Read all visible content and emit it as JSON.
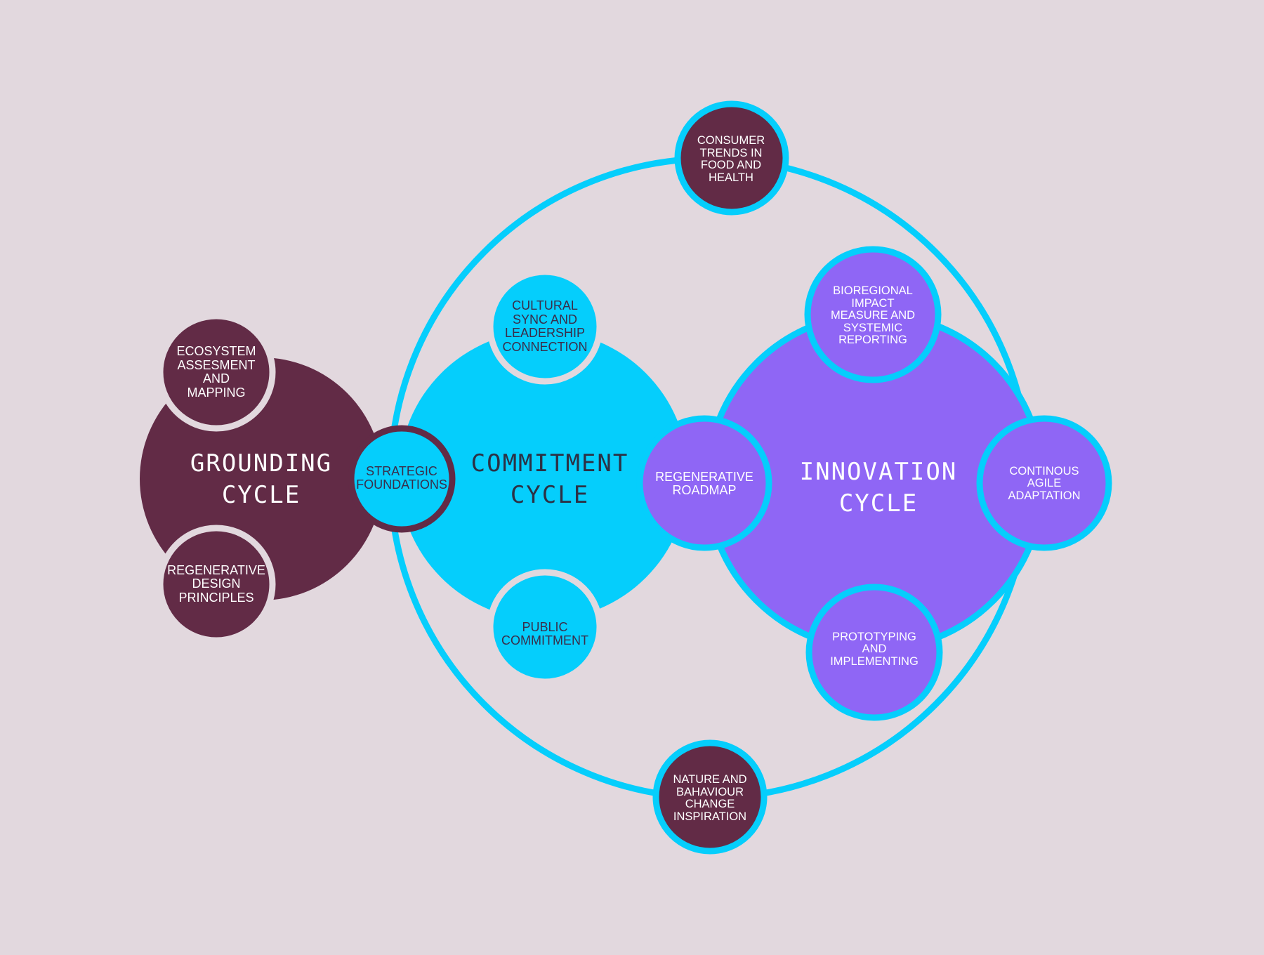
{
  "colors": {
    "background": "#e2d8de",
    "grounding": "#622b46",
    "commitment": "#05cefc",
    "innovation": "#8f66f5",
    "gap": "#e2d8de"
  },
  "cycles": {
    "grounding": {
      "title": "GROUNDING\nCYCLE"
    },
    "commitment": {
      "title": "COMMITMENT\nCYCLE"
    },
    "innovation": {
      "title": "INNOVATION\nCYCLE"
    }
  },
  "nodes": {
    "ecosystem": "ECOSYSTEM\nASSESMENT\nAND\nMAPPING",
    "design_principles": "REGENERATIVE\nDESIGN\nPRINCIPLES",
    "strategic_foundations": "STRATEGIC\nFOUNDATIONS",
    "cultural_sync": "CULTURAL\nSYNC AND\nLEADERSHIP\nCONNECTION",
    "public_commitment": "PUBLIC\nCOMMITMENT",
    "roadmap": "REGENERATIVE\nROADMAP",
    "bioregional": "BIOREGIONAL\nIMPACT\nMEASURE AND\nSYSTEMIC\nREPORTING",
    "continous": "CONTINOUS\nAGILE\nADAPTATION",
    "prototyping": "PROTOTYPING\nAND\nIMPLEMENTING",
    "consumer": "CONSUMER\nTRENDS IN\nFOOD AND\nHEALTH",
    "nature": "NATURE AND\nBAHAVIOUR\nCHANGE\nINSPIRATION"
  }
}
